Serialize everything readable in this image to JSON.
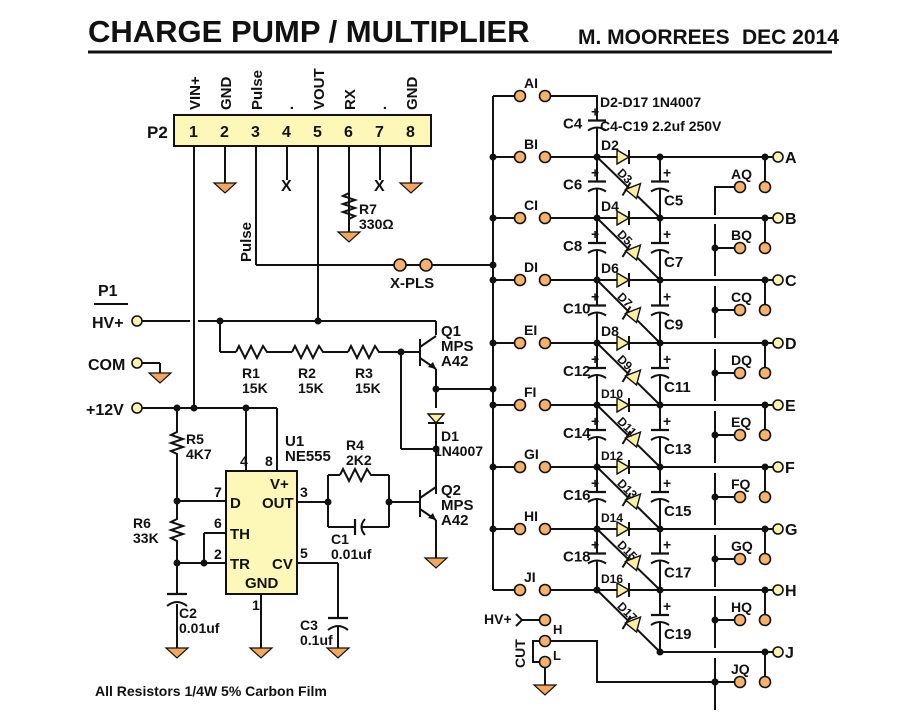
{
  "header": {
    "title": "CHARGE PUMP / MULTIPLIER",
    "author": "M. MOORREES",
    "date": "DEC 2014"
  },
  "connector_p2": {
    "label": "P2",
    "pins": [
      {
        "num": "1",
        "name": "VIN+"
      },
      {
        "num": "2",
        "name": "GND"
      },
      {
        "num": "3",
        "name": "Pulse"
      },
      {
        "num": "4",
        "name": "."
      },
      {
        "num": "5",
        "name": "VOUT"
      },
      {
        "num": "6",
        "name": "RX"
      },
      {
        "num": "7",
        "name": "."
      },
      {
        "num": "8",
        "name": "GND"
      }
    ]
  },
  "connector_p1": {
    "label": "P1",
    "hv": "HV+",
    "com": "COM",
    "v12": "+12V"
  },
  "pulse_label": "Pulse",
  "xpls_label": "X-PLS",
  "components": {
    "r7": {
      "ref": "R7",
      "value": "330Ω"
    },
    "r1": {
      "ref": "R1",
      "value": "15K"
    },
    "r2": {
      "ref": "R2",
      "value": "15K"
    },
    "r3": {
      "ref": "R3",
      "value": "15K"
    },
    "r4": {
      "ref": "R4",
      "value": "2K2"
    },
    "r5": {
      "ref": "R5",
      "value": "4K7"
    },
    "r6": {
      "ref": "R6",
      "value": "33K"
    },
    "c1": {
      "ref": "C1",
      "value": "0.01uf"
    },
    "c2": {
      "ref": "C2",
      "value": "0.01uf"
    },
    "c3": {
      "ref": "C3",
      "value": "0.1uf"
    },
    "q1": {
      "ref": "Q1",
      "l1": "MPS",
      "l2": "A42"
    },
    "q2": {
      "ref": "Q2",
      "l1": "MPS",
      "l2": "A42"
    },
    "d1": {
      "ref": "D1",
      "value": "1N4007"
    },
    "u1": {
      "ref": "U1",
      "value": "NE555",
      "pins": {
        "p4": "4",
        "p8": "8",
        "p7": "7",
        "p6": "6",
        "p2": "2",
        "p3": "3",
        "p5": "5",
        "p1": "1"
      },
      "labels": {
        "vplus": "V+",
        "d": "D",
        "out": "OUT",
        "th": "TH",
        "tr": "TR",
        "cv": "CV",
        "gnd": "GND"
      }
    }
  },
  "notes": {
    "diodes": "D2-D17 1N4007",
    "caps": "C4-C19 2.2uf 250V",
    "resistors": "All Resistors 1/4W 5% Carbon Film"
  },
  "ladder": {
    "inputs": [
      "AI",
      "BI",
      "CI",
      "DI",
      "EI",
      "FI",
      "GI",
      "HI",
      "JI"
    ],
    "left_caps": [
      "C4",
      "C6",
      "C8",
      "C10",
      "C12",
      "C14",
      "C16",
      "C18"
    ],
    "right_caps": [
      "C5",
      "C7",
      "C9",
      "C11",
      "C13",
      "C15",
      "C17",
      "C19"
    ],
    "fwd_diodes": [
      "D2",
      "D4",
      "D6",
      "D8",
      "D10",
      "D12",
      "D14",
      "D16"
    ],
    "diag_diodes": [
      "D3",
      "D5",
      "D7",
      "D9",
      "D11",
      "D13",
      "D15",
      "D17"
    ],
    "outputs": [
      "A",
      "B",
      "C",
      "D",
      "E",
      "F",
      "G",
      "H",
      "J"
    ],
    "jumpers": [
      "AQ",
      "BQ",
      "CQ",
      "DQ",
      "EQ",
      "FQ",
      "GQ",
      "HQ",
      "JQ"
    ],
    "plus": "+"
  },
  "cut": {
    "label": "CUT",
    "hv": "HV+",
    "h": "H",
    "l": "L"
  },
  "nc_mark": "X"
}
